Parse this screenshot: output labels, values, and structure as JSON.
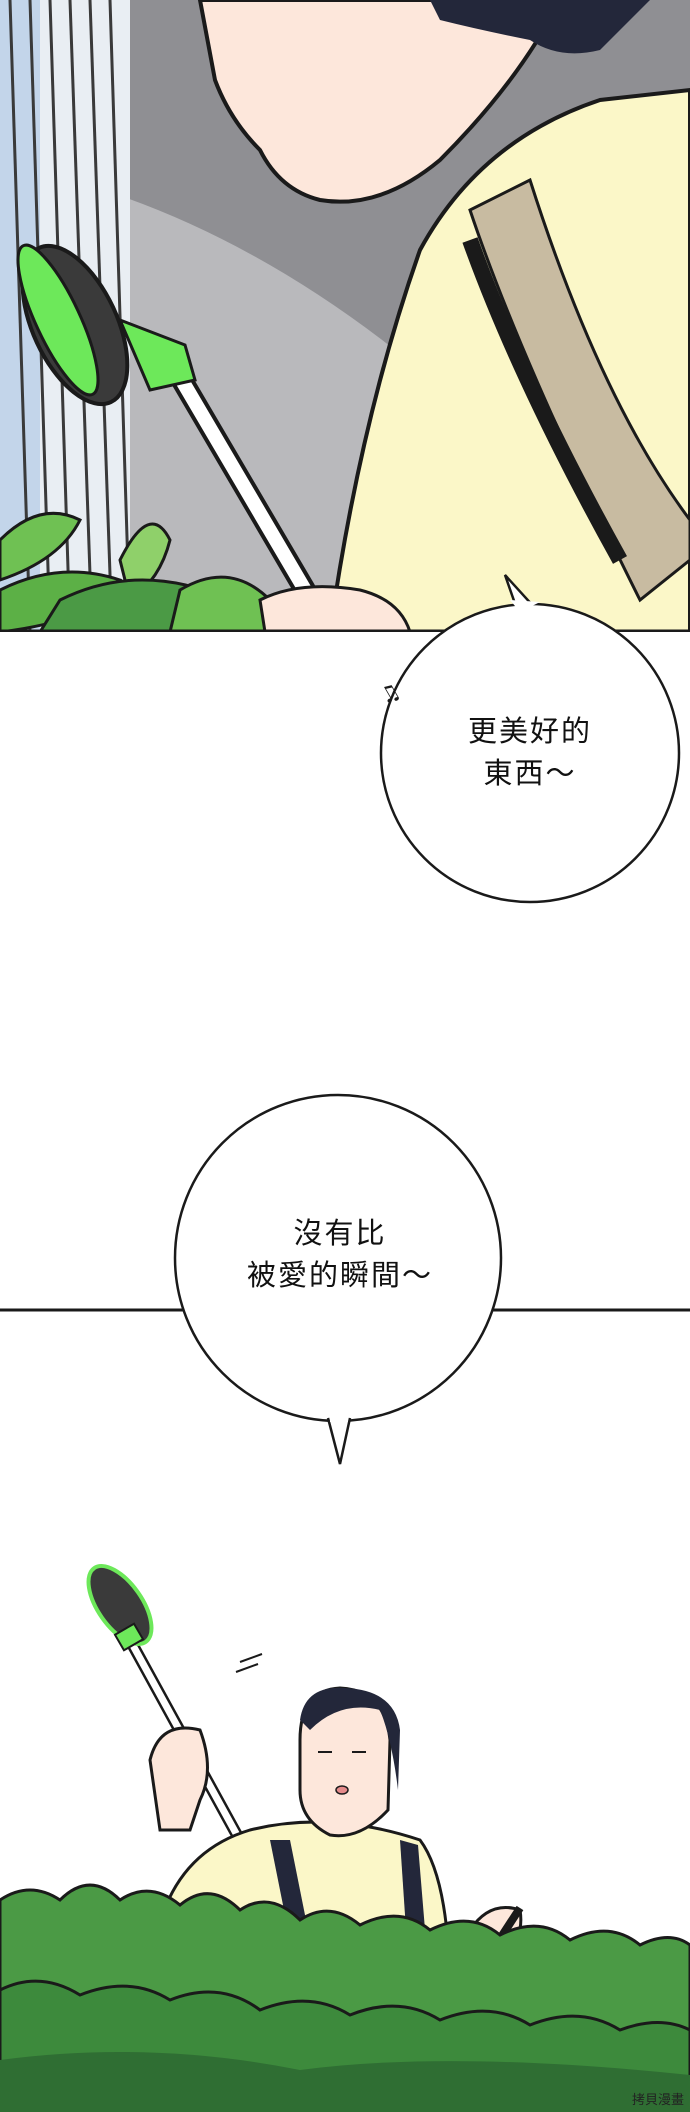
{
  "bubbles": [
    {
      "line1": "更美好的",
      "line2": "東西～"
    },
    {
      "line1": "沒有比",
      "line2": "被愛的瞬間～"
    }
  ],
  "watermark": "拷貝漫畫",
  "colors": {
    "wall_gray": "#8f8f93",
    "light_gray": "#b9b9bc",
    "shirt_cream": "#fbf7c8",
    "vest_tan": "#c8bba1",
    "leaf_green": "#6fc153",
    "bush_green": "#4b9a45",
    "bush_dark": "#2f6e33",
    "tool_green": "#6de85a",
    "skin": "#fde7db",
    "hair": "#23273a"
  }
}
